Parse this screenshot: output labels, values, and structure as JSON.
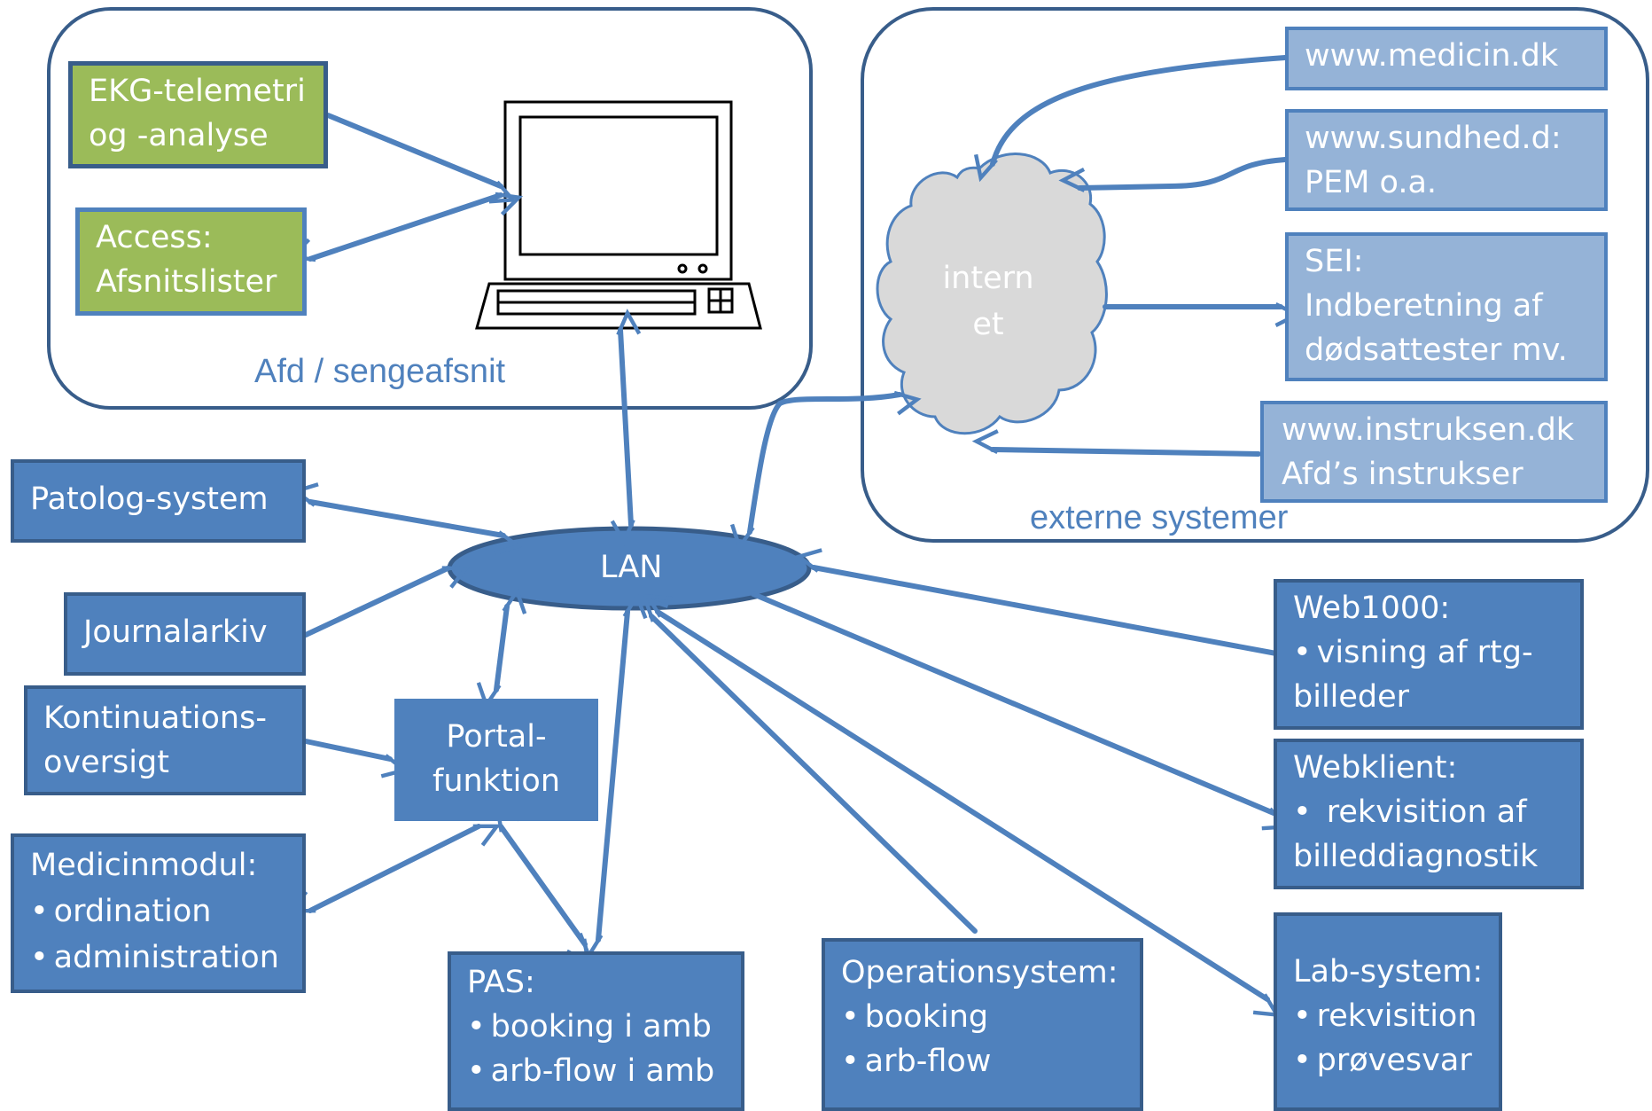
{
  "groups": {
    "afd_label": "Afd / sengeafsnit",
    "externe_label": "externe systemer"
  },
  "afd": {
    "ekg": [
      "EKG-telemetri",
      "og -analyse"
    ],
    "access": [
      "Access:",
      "Afsnitslister"
    ]
  },
  "external": {
    "medicin": "www.medicin.dk",
    "sundhed": [
      "www.sundhed.d:",
      "PEM o.a."
    ],
    "sei": [
      "SEI:",
      "Indberetning af",
      "dødsattester mv."
    ],
    "instruksen": [
      "www.instruksen.dk",
      "Afd’s instrukser"
    ]
  },
  "cloud": [
    "intern",
    "et"
  ],
  "lan": "LAN",
  "left": {
    "patolog": "Patolog-system",
    "journal": "Journalarkiv",
    "kontinuation": [
      "Kontinuations-",
      "oversigt"
    ],
    "medicinmodul": {
      "title": "Medicinmodul:",
      "bullets": [
        "ordination",
        "administration"
      ]
    }
  },
  "portal": [
    "Portal-",
    "funktion"
  ],
  "bottom": {
    "pas": {
      "title": "PAS:",
      "bullets": [
        "booking i amb",
        "arb-flow i amb"
      ]
    },
    "operation": {
      "title": "Operationsystem:",
      "bullets": [
        "booking",
        "arb-flow"
      ]
    },
    "lab": {
      "title": "Lab-system:",
      "bullets": [
        "rekvisition",
        "prøvesvar"
      ]
    }
  },
  "right": {
    "web1000": {
      "title": "Web1000:",
      "bullet": "visning af rtg-",
      "cont": "billeder"
    },
    "webklient": {
      "title": "Webklient:",
      "bullet": " rekvisition af",
      "cont": "billeddiagnostik"
    }
  },
  "colors": {
    "box_fill": "#4f81bd",
    "box_border": "#385d8a",
    "external_fill": "#95b3d7",
    "green_fill": "#9bbb59",
    "cloud_fill": "#d9d9d9",
    "arrow": "#4f81bd"
  }
}
